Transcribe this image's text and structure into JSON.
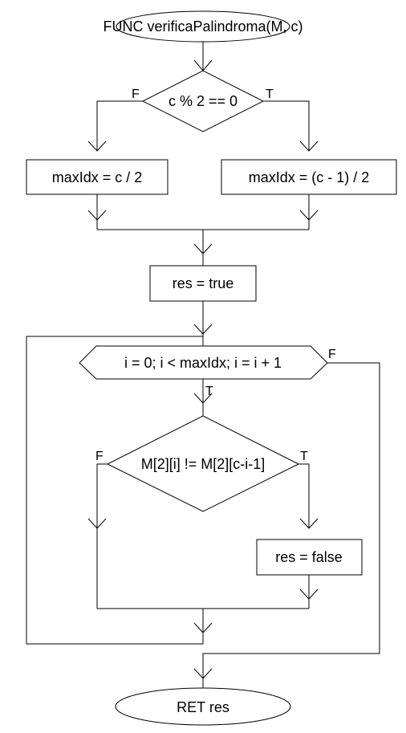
{
  "start": {
    "text": "FUNC verificaPalindroma(M, c)"
  },
  "decision1": {
    "text": "c %  2 == 0",
    "false_label": "F",
    "true_label": "T"
  },
  "box_left": {
    "text": "maxIdx = c / 2"
  },
  "box_right": {
    "text": "maxIdx = (c - 1) / 2"
  },
  "box_res_true": {
    "text": "res = true"
  },
  "loop": {
    "text": "i = 0; i < maxIdx; i = i + 1",
    "true_label": "T",
    "false_label": "F"
  },
  "decision2": {
    "text": "M[2][i] != M[2][c-i-1]",
    "false_label": "F",
    "true_label": "T"
  },
  "box_res_false": {
    "text": "res = false"
  },
  "end": {
    "text": "RET res"
  }
}
